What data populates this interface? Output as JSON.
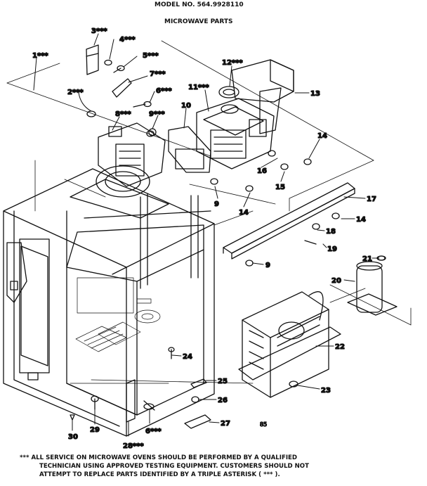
{
  "header": {
    "model": "MODEL NO. 564.9928110",
    "subtitle": "MICROWAVE PARTS"
  },
  "callouts": [
    {
      "id": "c1",
      "text": "1***"
    },
    {
      "id": "c2",
      "text": "2***"
    },
    {
      "id": "c3",
      "text": "3***"
    },
    {
      "id": "c4",
      "text": "4***"
    },
    {
      "id": "c5",
      "text": "5***"
    },
    {
      "id": "c6",
      "text": "6***"
    },
    {
      "id": "c7",
      "text": "7***"
    },
    {
      "id": "c8",
      "text": "8***"
    },
    {
      "id": "c9",
      "text": "9***"
    },
    {
      "id": "c10",
      "text": "10"
    },
    {
      "id": "c11",
      "text": "11***"
    },
    {
      "id": "c12",
      "text": "12***"
    },
    {
      "id": "c13",
      "text": "13"
    },
    {
      "id": "c14a",
      "text": "14"
    },
    {
      "id": "c14b",
      "text": "14"
    },
    {
      "id": "c14c",
      "text": "14"
    },
    {
      "id": "c15",
      "text": "15"
    },
    {
      "id": "c16",
      "text": "16"
    },
    {
      "id": "c17",
      "text": "17"
    },
    {
      "id": "c18",
      "text": "18"
    },
    {
      "id": "c19",
      "text": "19"
    },
    {
      "id": "c9b",
      "text": "9"
    },
    {
      "id": "c9c",
      "text": "9"
    },
    {
      "id": "c20",
      "text": "20"
    },
    {
      "id": "c21",
      "text": "21"
    },
    {
      "id": "c22",
      "text": "22"
    },
    {
      "id": "c23",
      "text": "23"
    },
    {
      "id": "c24",
      "text": "24"
    },
    {
      "id": "c25",
      "text": "25"
    },
    {
      "id": "c26",
      "text": "26"
    },
    {
      "id": "c27",
      "text": "27"
    },
    {
      "id": "c28",
      "text": "28***"
    },
    {
      "id": "c29",
      "text": "29"
    },
    {
      "id": "c30",
      "text": "30"
    },
    {
      "id": "c6b",
      "text": "6***"
    },
    {
      "id": "code",
      "text": "85"
    }
  ],
  "footer": {
    "line1": "*** ALL SERVICE ON MICROWAVE OVENS SHOULD BE PERFORMED BY A QUALIFIED",
    "line2": "TECHNICIAN USING APPROVED TESTING EQUIPMENT. CUSTOMERS SHOULD NOT",
    "line3": "ATTEMPT TO REPLACE PARTS IDENTIFIED BY A TRIPLE ASTERISK ( *** )."
  }
}
